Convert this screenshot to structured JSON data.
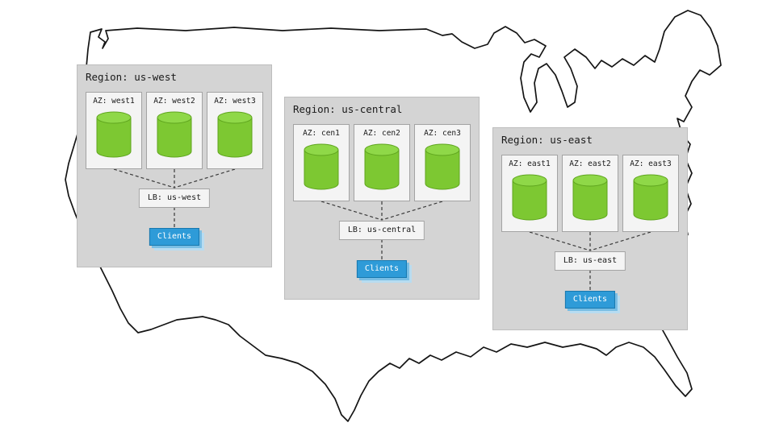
{
  "regions": [
    {
      "title": "Region: us-west",
      "azs": [
        {
          "label": "AZ: west1"
        },
        {
          "label": "AZ: west2"
        },
        {
          "label": "AZ: west3"
        }
      ],
      "lb": "LB: us-west",
      "clients": "Clients"
    },
    {
      "title": "Region: us-central",
      "azs": [
        {
          "label": "AZ: cen1"
        },
        {
          "label": "AZ: cen2"
        },
        {
          "label": "AZ: cen3"
        }
      ],
      "lb": "LB: us-central",
      "clients": "Clients"
    },
    {
      "title": "Region: us-east",
      "azs": [
        {
          "label": "AZ: east1"
        },
        {
          "label": "AZ: east2"
        },
        {
          "label": "AZ: east3"
        }
      ],
      "lb": "LB: us-east",
      "clients": "Clients"
    }
  ],
  "icons": {
    "database": "green-cylinder",
    "background": "us-map-outline"
  },
  "colors": {
    "cylinder_body": "#7DC832",
    "cylinder_top": "#8FD848",
    "cylinder_stroke": "#5FA51E",
    "clients_blue": "#2E9BD8",
    "region_bg": "#D4D4D4",
    "az_bg": "#F4F4F4",
    "map_stroke": "#141414"
  }
}
